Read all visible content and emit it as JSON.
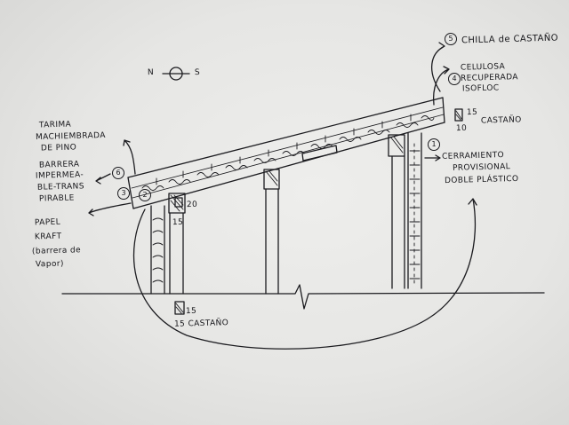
{
  "labels": {
    "compass_n": "N",
    "compass_s": "S",
    "chilla": "CHILLA de CASTAÑO",
    "celulosa_1": "CELULOSA",
    "celulosa_2": "RECUPERADA",
    "celulosa_3": "ISOFLOC",
    "beam_castano_15": "15",
    "beam_castano_name": "CASTAÑO",
    "beam_castano_10": "10",
    "tarima_1": "TARIMA",
    "tarima_2": "MACHIEMBRADA",
    "tarima_3": "DE PINO",
    "barrera_1": "BARRERA",
    "barrera_2": "IMPERMEA-",
    "barrera_3": "BLE-TRANS",
    "barrera_4": "PIRABLE",
    "papel_1": "PAPEL",
    "papel_2": "KRAFT",
    "papel_3": "(barrera de",
    "papel_4": "Vapor)",
    "cerr_1": "CERRAMIENTO",
    "cerr_2": "PROVISIONAL",
    "cerr_3": "DOBLE PLÁSTICO",
    "post_dim_20": "20",
    "post_dim_15": "15",
    "post_base_15": "15",
    "post_base_text": "15  CASTAÑO"
  },
  "markers": {
    "m1": "1",
    "m2": "2",
    "m3": "3",
    "m4": "4",
    "m5": "5",
    "m6": "6"
  }
}
